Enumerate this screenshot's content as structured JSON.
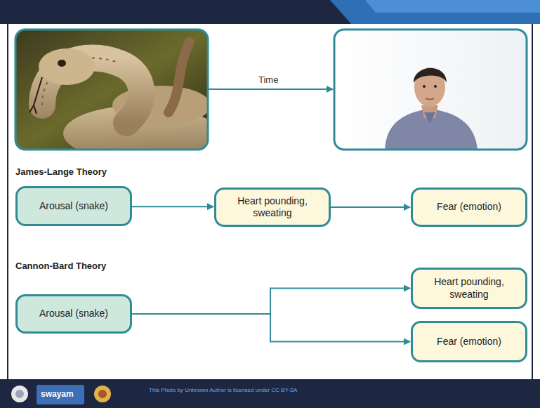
{
  "diagram": {
    "nodes": [
      {
        "text": [
          "Arousal (snake)"
        ]
      },
      {
        "text": [
          "Heart pounding, sweating"
        ]
      },
      {
        "text": [
          "Fear (emotion)"
        ]
      },
      {
        "text": [
          "Arousal (snake)"
        ]
      },
      {
        "text": [
          "Heart pounding, sweating"
        ]
      },
      {
        "text": [
          "Fear (emotion)"
        ]
      }
    ],
    "edges": [
      {
        "from": 0,
        "to": 1,
        "arrow": "to"
      },
      {
        "from": 1,
        "to": 2,
        "arrow": "to"
      },
      {
        "from": 3,
        "to": 4,
        "arrow": "to"
      },
      {
        "from": 3,
        "to": 5,
        "arrow": "to"
      }
    ],
    "labels": [
      "Time",
      "James-Lange Theory",
      "Cannon-Bard Theory",
      "This Photo by Unknown Author is licensed under CC BY-SA",
      "swayam"
    ]
  }
}
